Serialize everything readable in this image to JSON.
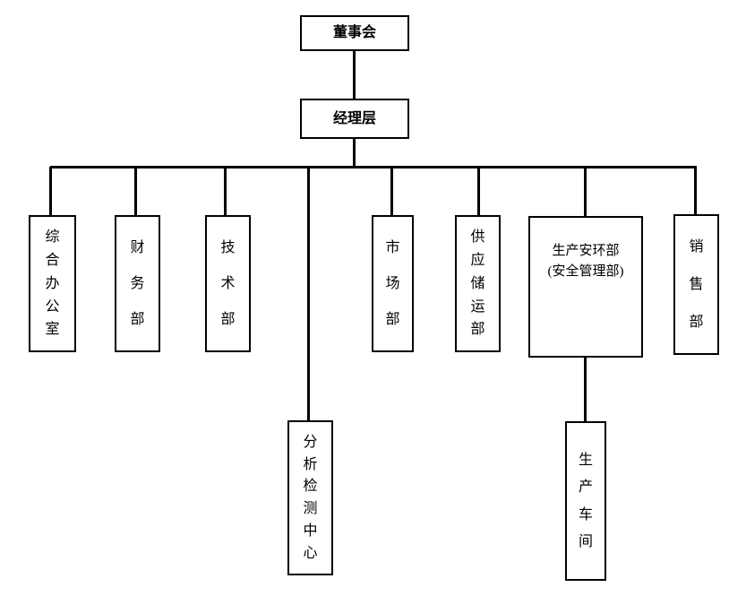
{
  "org_chart": {
    "board": {
      "label": "董事会"
    },
    "management": {
      "label": "经理层"
    },
    "departments": [
      {
        "id": "general-office",
        "label": "综合办公室"
      },
      {
        "id": "finance",
        "label": "财务部"
      },
      {
        "id": "technology",
        "label": "技术部"
      },
      {
        "id": "analysis-testing-center",
        "label": "分析检测中心"
      },
      {
        "id": "marketing",
        "label": "市场部"
      },
      {
        "id": "supply-storage-transport",
        "label": "供应储运部"
      },
      {
        "id": "production-safety",
        "label": "生产安环部",
        "label_line2": "(安全管理部)"
      },
      {
        "id": "sales",
        "label": "销售部"
      }
    ],
    "sub_units": [
      {
        "id": "production-workshop",
        "label": "生产车间",
        "parent": "生产安环部(安全管理部)"
      }
    ],
    "style": {
      "line_color": "#000000",
      "box_border_color": "#000000",
      "background": "#ffffff"
    }
  }
}
